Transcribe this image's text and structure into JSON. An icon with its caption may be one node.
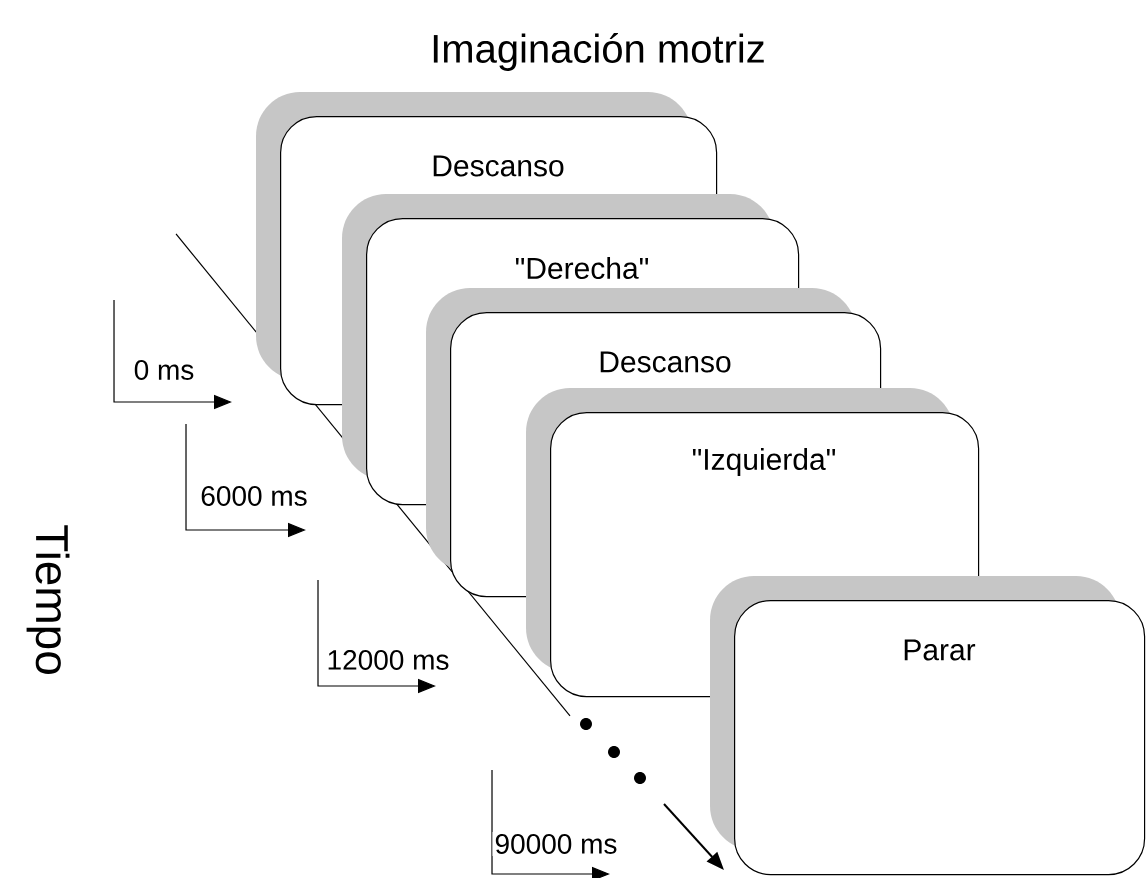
{
  "diagram": {
    "title": "Imaginación motriz",
    "nodes": [
      {
        "text": [
          "Descanso"
        ]
      },
      {
        "text": [
          "\"Derecha\""
        ]
      },
      {
        "text": [
          "Descanso"
        ]
      },
      {
        "text": [
          "\"Izquierda\""
        ]
      },
      {
        "text": [
          "Parar"
        ]
      }
    ],
    "labels": [
      "Tiempo",
      "0 ms",
      "6000 ms",
      "12000 ms",
      "90000 ms"
    ]
  }
}
